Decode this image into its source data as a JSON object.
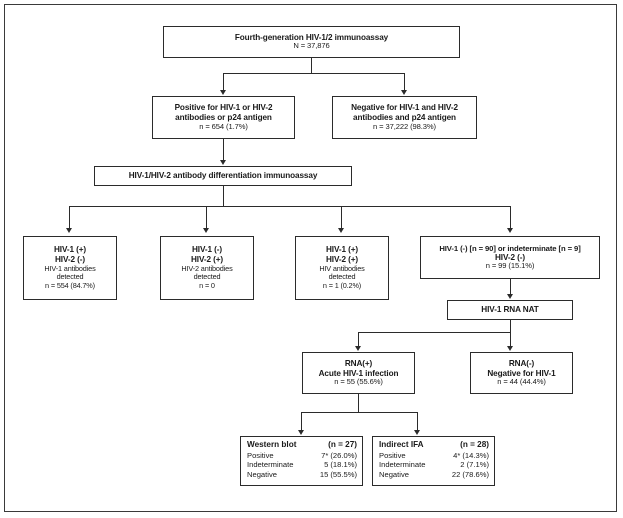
{
  "figure": {
    "title": "HIV testing algorithm flowchart"
  },
  "nodes": {
    "root": {
      "line1": "Fourth-generation HIV-1/2 immunoassay",
      "line2": "N = 37,876"
    },
    "positive_ia": {
      "line1": "Positive for HIV-1 or HIV-2",
      "line2": "antibodies or p24 antigen",
      "line3": "n = 654 (1.7%)"
    },
    "negative_ia": {
      "line1": "Negative for HIV-1 and HIV-2",
      "line2": "antibodies and p24 antigen",
      "line3": "n = 37,222 (98.3%)"
    },
    "differentiation": {
      "line1": "HIV-1/HIV-2 antibody differentiation immunoassay"
    },
    "hiv1_pos_hiv2_neg": {
      "line1": "HIV-1 (+)",
      "line2": "HIV-2 (-)",
      "line3": "HIV-1 antibodies",
      "line4": "detected",
      "line5": "n = 554 (84.7%)"
    },
    "hiv1_neg_hiv2_pos": {
      "line1": "HIV-1 (-)",
      "line2": "HIV-2 (+)",
      "line3": "HIV-2 antibodies",
      "line4": "detected",
      "line5": "n = 0"
    },
    "hiv1_pos_hiv2_pos": {
      "line1": "HIV-1 (+)",
      "line2": "HIV-2 (+)",
      "line3": "HIV antibodies",
      "line4": "detected",
      "line5": "n = 1 (0.2%)"
    },
    "hiv1_neg_indeterminate": {
      "line1": "HIV-1 (-) [n = 90] or indeterminate [n = 9]",
      "line2": "HIV-2 (-)",
      "line3": "n = 99 (15.1%)"
    },
    "rna_nat": {
      "line1": "HIV-1 RNA NAT"
    },
    "rna_positive": {
      "line1": "RNA(+)",
      "line2": "Acute HIV-1 infection",
      "line3": "n = 55 (55.6%)"
    },
    "rna_negative": {
      "line1": "RNA(-)",
      "line2": "Negative for HIV-1",
      "line3": "n = 44 (44.4%)"
    },
    "western_blot": {
      "title": "Western blot",
      "total": "(n = 27)",
      "rows": [
        {
          "label": "Positive",
          "value": "7* (26.0%)"
        },
        {
          "label": "Indeterminate",
          "value": "5 (18.1%)"
        },
        {
          "label": "Negative",
          "value": "15 (55.5%)"
        }
      ]
    },
    "indirect_ifa": {
      "title": "Indirect IFA",
      "total": "(n = 28)",
      "rows": [
        {
          "label": "Positive",
          "value": "4* (14.3%)"
        },
        {
          "label": "Indeterminate",
          "value": "2 (7.1%)"
        },
        {
          "label": "Negative",
          "value": "22 (78.6%)"
        }
      ]
    }
  },
  "colors": {
    "border": "#2b2b2b",
    "frame": "#3a3a3a",
    "text": "#1a1a1a",
    "background": "#ffffff"
  }
}
